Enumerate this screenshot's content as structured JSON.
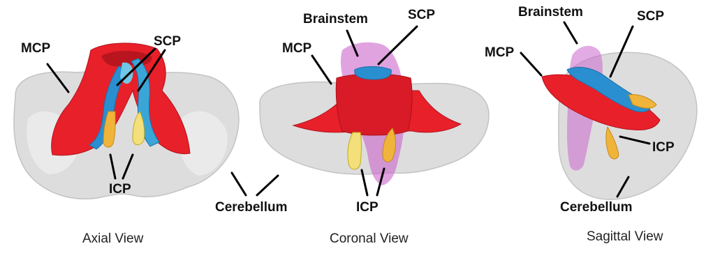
{
  "labels": {
    "mcp": "MCP",
    "scp": "SCP",
    "icp": "ICP",
    "brainstem": "Brainstem",
    "cerebellum": "Cerebellum"
  },
  "captions": {
    "axial": "Axial View",
    "coronal": "Coronal View",
    "sagittal": "Sagittal View"
  },
  "colors": {
    "mcp": "#e8202a",
    "scp": "#2a8fd0",
    "icp": "#f0b43a",
    "brainstem": "#cc66cc",
    "cerebellum": "#d8d8d8"
  }
}
